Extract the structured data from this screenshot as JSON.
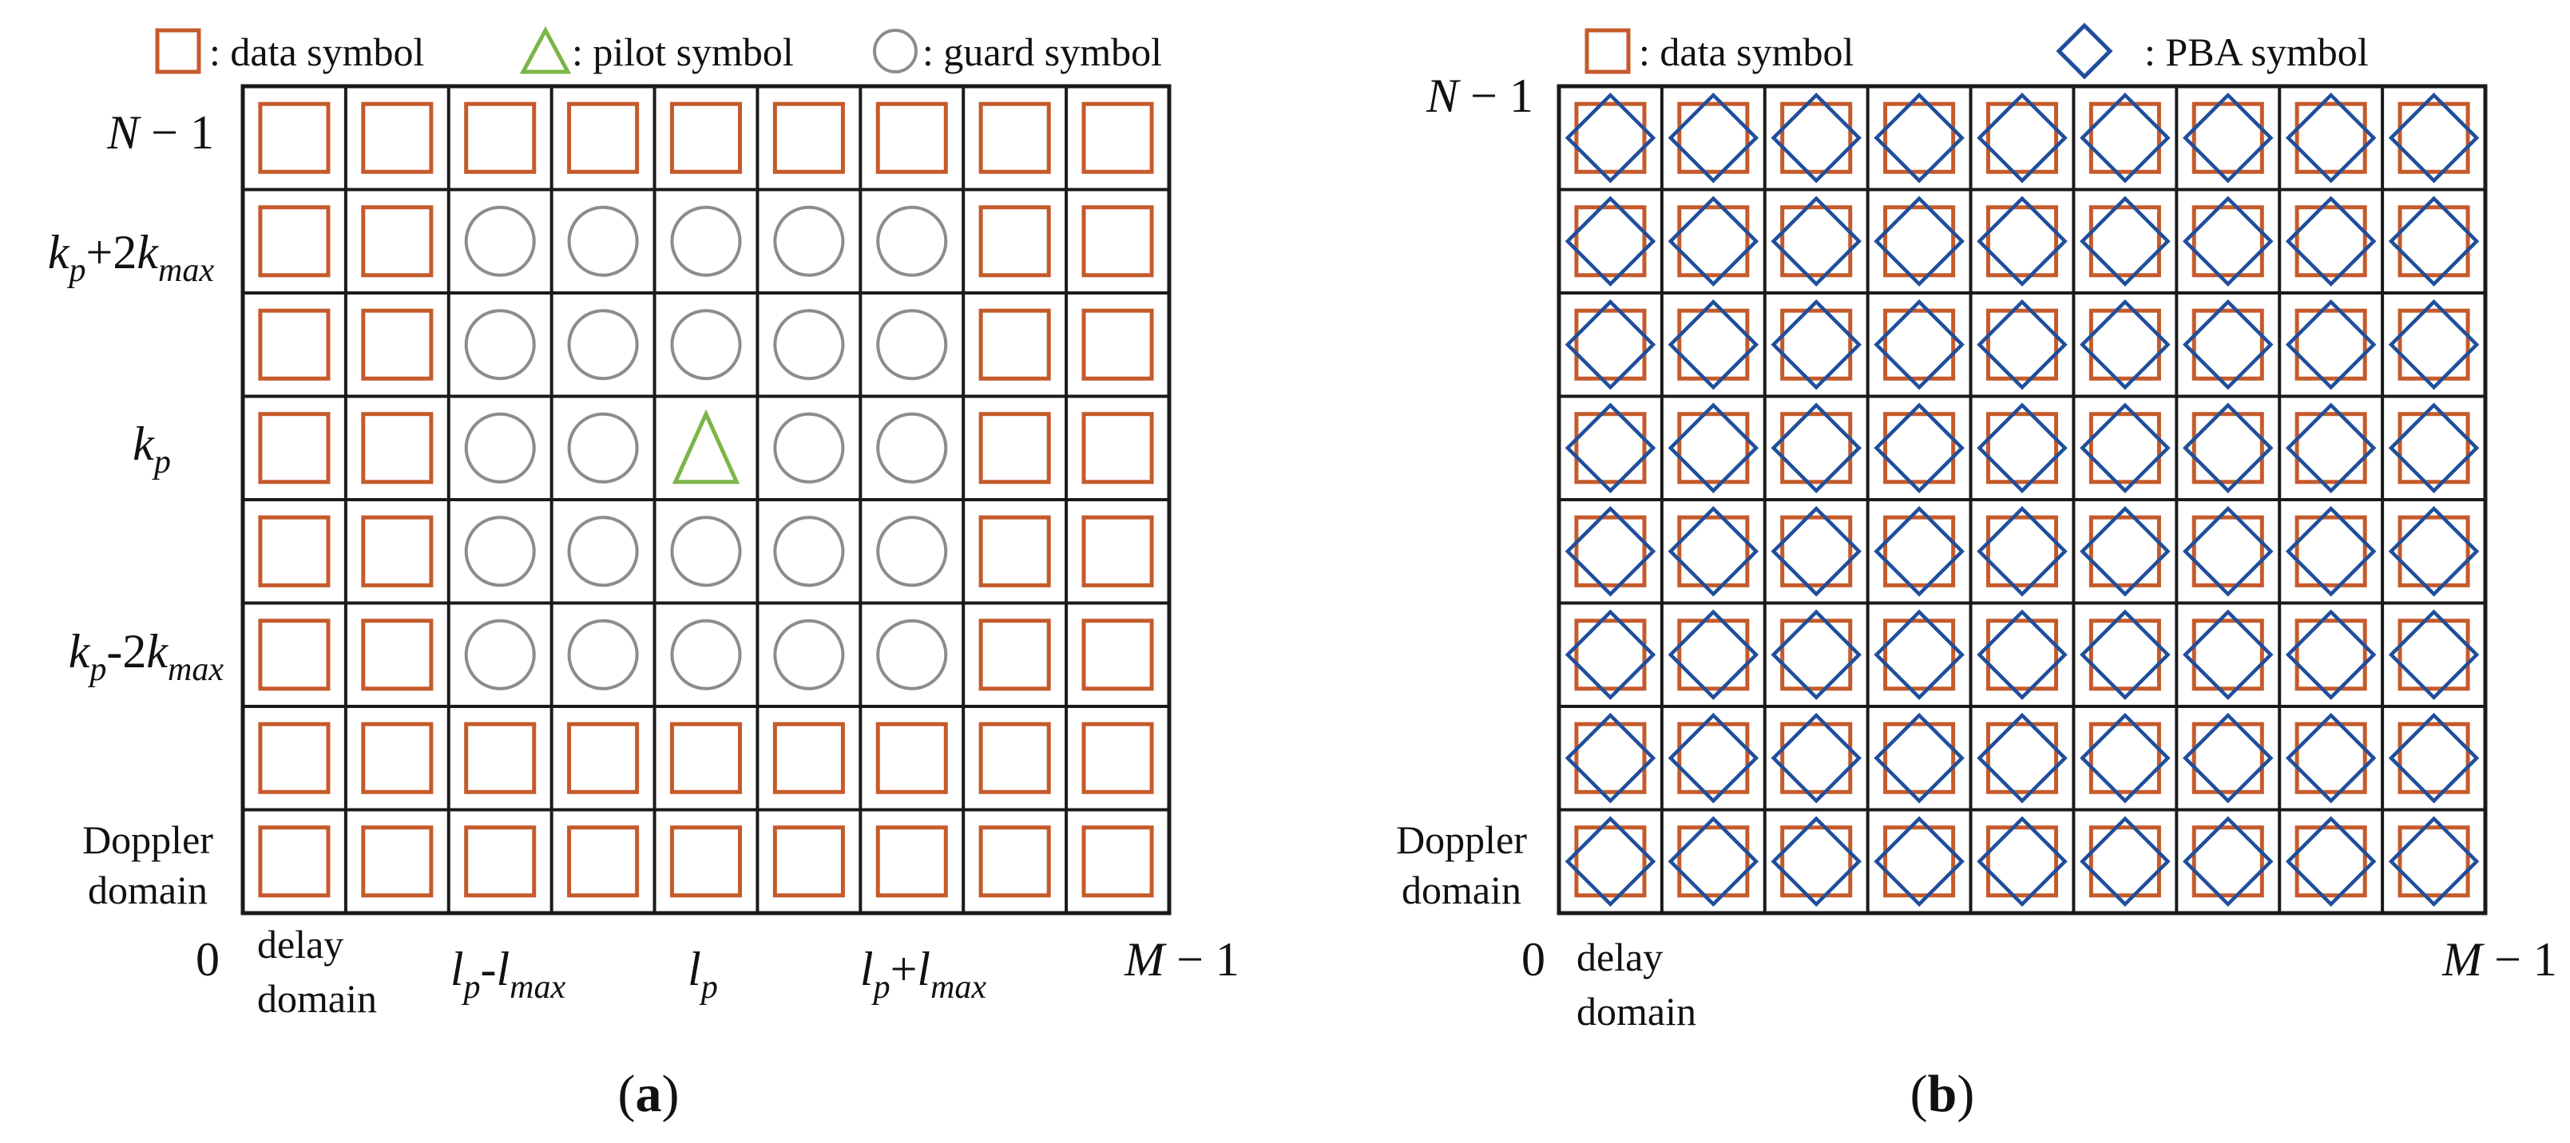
{
  "colors": {
    "data": "#c55a2b",
    "pilot": "#7ab648",
    "guard": "#8c8c8c",
    "pba": "#1f4e9b",
    "grid": "#1a1a1a"
  },
  "panel_a": {
    "legend": {
      "data_label": ": data symbol",
      "pilot_label": ": pilot symbol",
      "guard_label": ": guard symbol"
    },
    "rows": 8,
    "cols": 9,
    "cells": [
      [
        "data",
        "data",
        "data",
        "data",
        "data",
        "data",
        "data",
        "data",
        "data"
      ],
      [
        "data",
        "data",
        "guard",
        "guard",
        "guard",
        "guard",
        "guard",
        "data",
        "data"
      ],
      [
        "data",
        "data",
        "guard",
        "guard",
        "guard",
        "guard",
        "guard",
        "data",
        "data"
      ],
      [
        "data",
        "data",
        "guard",
        "guard",
        "pilot",
        "guard",
        "guard",
        "data",
        "data"
      ],
      [
        "data",
        "data",
        "guard",
        "guard",
        "guard",
        "guard",
        "guard",
        "data",
        "data"
      ],
      [
        "data",
        "data",
        "guard",
        "guard",
        "guard",
        "guard",
        "guard",
        "data",
        "data"
      ],
      [
        "data",
        "data",
        "data",
        "data",
        "data",
        "data",
        "data",
        "data",
        "data"
      ],
      [
        "data",
        "data",
        "data",
        "data",
        "data",
        "data",
        "data",
        "data",
        "data"
      ]
    ],
    "y_labels": {
      "n_minus_1": {
        "base": "N",
        "rest": " − 1"
      },
      "kp_plus": {
        "a": "k",
        "a_sub": "p",
        "op": "+2",
        "b": "k",
        "b_sub": "max"
      },
      "kp": {
        "a": "k",
        "a_sub": "p"
      },
      "kp_minus": {
        "a": "k",
        "a_sub": "p",
        "op": "-2",
        "b": "k",
        "b_sub": "max"
      }
    },
    "x_labels": {
      "zero": "0",
      "delay_line1": "delay",
      "delay_line2": "domain",
      "lp_minus": {
        "a": "l",
        "a_sub": "p",
        "op": "-",
        "b": "l",
        "b_sub": "max"
      },
      "lp": {
        "a": "l",
        "a_sub": "p"
      },
      "lp_plus": {
        "a": "l",
        "a_sub": "p",
        "op": "+",
        "b": "l",
        "b_sub": "max"
      },
      "m_minus_1": {
        "base": "M",
        "rest": " − 1"
      }
    },
    "doppler_line1": "Doppler",
    "doppler_line2": "domain",
    "caption": {
      "open": "(",
      "letter": "a",
      "close": ")"
    }
  },
  "panel_b": {
    "legend": {
      "data_label": ": data symbol",
      "pba_label": ": PBA symbol"
    },
    "rows": 8,
    "cols": 9,
    "cell_type": "data+pba",
    "y_labels": {
      "n_minus_1": {
        "base": "N",
        "rest": " − 1"
      }
    },
    "x_labels": {
      "zero": "0",
      "delay_line1": "delay",
      "delay_line2": "domain",
      "m_minus_1": {
        "base": "M",
        "rest": " − 1"
      }
    },
    "doppler_line1": "Doppler",
    "doppler_line2": "domain",
    "caption": {
      "open": "(",
      "letter": "b",
      "close": ")"
    }
  }
}
